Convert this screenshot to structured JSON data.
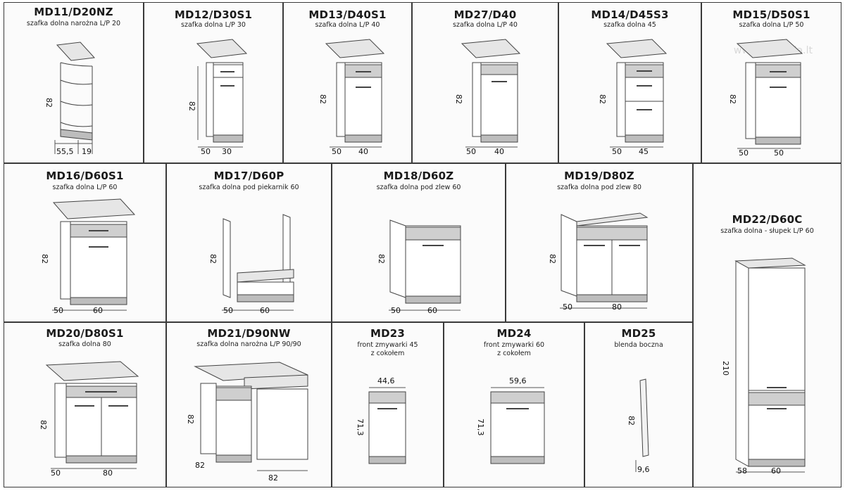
{
  "watermark": "www.slaskeda.lt",
  "colors": {
    "border": "#3a3a3a",
    "line": "#555555",
    "plinth": "#b8b8b8"
  },
  "cabinets": [
    {
      "id": "md11",
      "code": "MD11/D20NZ",
      "desc": [
        "szafka dolna narożna L/P 20"
      ],
      "height": "82",
      "widths": [
        "55,5",
        "19"
      ]
    },
    {
      "id": "md12",
      "code": "MD12/D30S1",
      "desc": [
        "szafka dolna L/P 30"
      ],
      "height": "82",
      "widths": [
        "50",
        "30"
      ]
    },
    {
      "id": "md13",
      "code": "MD13/D40S1",
      "desc": [
        "szafka dolna L/P 40"
      ],
      "height": "82",
      "widths": [
        "50",
        "40"
      ]
    },
    {
      "id": "md27",
      "code": "MD27/D40",
      "desc": [
        "szafka dolna L/P 40"
      ],
      "height": "82",
      "widths": [
        "50",
        "40"
      ]
    },
    {
      "id": "md14",
      "code": "MD14/D45S3",
      "desc": [
        "szafka dolna 45"
      ],
      "height": "82",
      "widths": [
        "50",
        "45"
      ]
    },
    {
      "id": "md15",
      "code": "MD15/D50S1",
      "desc": [
        "szafka dolna L/P 50"
      ],
      "height": "82",
      "widths": [
        "50",
        "50"
      ]
    },
    {
      "id": "md16",
      "code": "MD16/D60S1",
      "desc": [
        "szafka dolna L/P 60"
      ],
      "height": "82",
      "widths": [
        "50",
        "60"
      ]
    },
    {
      "id": "md17",
      "code": "MD17/D60P",
      "desc": [
        "szafka dolna pod piekarnik 60"
      ],
      "height": "82",
      "widths": [
        "50",
        "60"
      ]
    },
    {
      "id": "md18",
      "code": "MD18/D60Z",
      "desc": [
        "szafka dolna pod zlew 60"
      ],
      "height": "82",
      "widths": [
        "50",
        "60"
      ]
    },
    {
      "id": "md19",
      "code": "MD19/D80Z",
      "desc": [
        "szafka dolna pod zlew 80"
      ],
      "height": "82",
      "widths": [
        "50",
        "80"
      ]
    },
    {
      "id": "md22",
      "code": "MD22/D60C",
      "desc": [
        "szafka dolna - słupek L/P 60"
      ],
      "height": "210",
      "widths": [
        "58",
        "60"
      ]
    },
    {
      "id": "md20",
      "code": "MD20/D80S1",
      "desc": [
        "szafka dolna 80"
      ],
      "height": "82",
      "widths": [
        "50",
        "80"
      ]
    },
    {
      "id": "md21",
      "code": "MD21/D90NW",
      "desc": [
        "szafka dolna narożna L/P 90/90"
      ],
      "height": "82",
      "widths": [
        "82",
        "82"
      ]
    },
    {
      "id": "md23",
      "code": "MD23",
      "desc": [
        "front zmywarki 45",
        "z cokołem"
      ],
      "height": "71,3",
      "widths": [
        "44,6"
      ]
    },
    {
      "id": "md24",
      "code": "MD24",
      "desc": [
        "front zmywarki 60",
        "z cokołem"
      ],
      "height": "71,3",
      "widths": [
        "59,6"
      ]
    },
    {
      "id": "md25",
      "code": "MD25",
      "desc": [
        "blenda boczna"
      ],
      "height": "82",
      "widths": [
        "9,6"
      ]
    }
  ]
}
